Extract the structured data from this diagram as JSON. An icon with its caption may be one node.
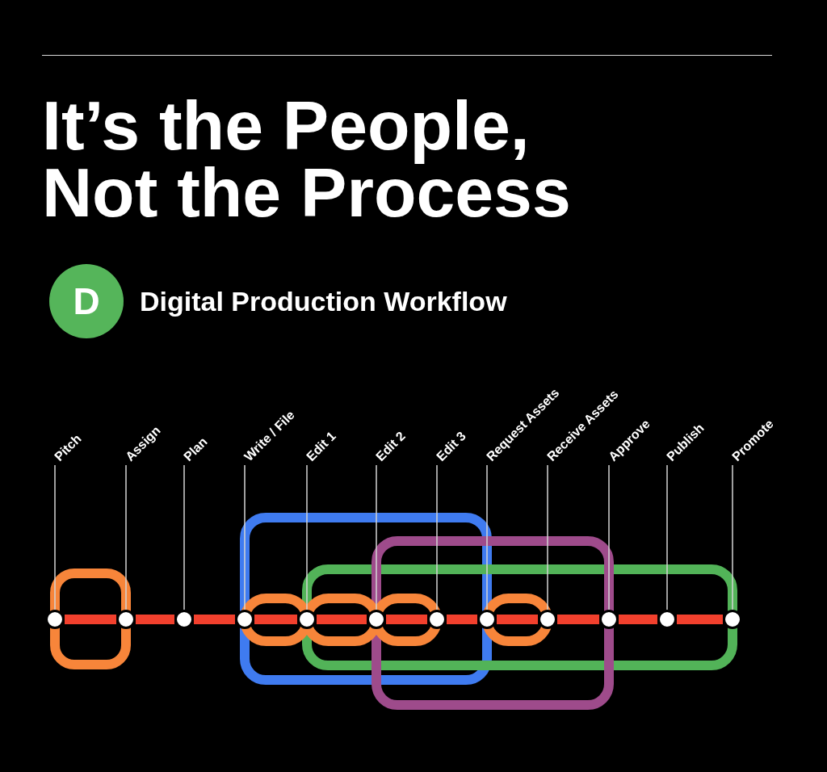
{
  "diagram": {
    "title": "It’s the People, Not the Process",
    "nodes": [
      {
        "text": [
          "D"
        ],
        "beside": [
          "Digital Production Workflow"
        ]
      },
      {
        "text": [
          "Pitch"
        ]
      },
      {
        "text": [
          "Assign"
        ]
      },
      {
        "text": [
          "Plan"
        ]
      },
      {
        "text": [
          "Write / File"
        ]
      },
      {
        "text": [
          "Edit 1"
        ]
      },
      {
        "text": [
          "Edit 2"
        ]
      },
      {
        "text": [
          "Edit 3"
        ]
      },
      {
        "text": [
          "Request Assets"
        ]
      },
      {
        "text": [
          "Receive Assets"
        ]
      },
      {
        "text": [
          "Approve"
        ]
      },
      {
        "text": [
          "Publish"
        ]
      },
      {
        "text": [
          "Promote"
        ]
      },
      {
        "text": [],
        "shape": "circle"
      },
      {
        "text": [],
        "shape": "circle"
      },
      {
        "text": [],
        "shape": "circle"
      },
      {
        "text": [],
        "shape": "circle"
      },
      {
        "text": [],
        "shape": "circle"
      },
      {
        "text": [],
        "shape": "circle"
      },
      {
        "text": [],
        "shape": "circle"
      },
      {
        "text": [],
        "shape": "circle"
      },
      {
        "text": [],
        "shape": "circle"
      },
      {
        "text": [],
        "shape": "circle"
      },
      {
        "text": [],
        "shape": "circle"
      },
      {
        "text": [],
        "shape": "circle"
      }
    ],
    "edges": [
      {
        "from": 1,
        "to": 13,
        "arrow": "none"
      },
      {
        "from": 2,
        "to": 14,
        "arrow": "none"
      },
      {
        "from": 3,
        "to": 15,
        "arrow": "none"
      },
      {
        "from": 4,
        "to": 16,
        "arrow": "none"
      },
      {
        "from": 5,
        "to": 17,
        "arrow": "none"
      },
      {
        "from": 6,
        "to": 18,
        "arrow": "none"
      },
      {
        "from": 7,
        "to": 19,
        "arrow": "none"
      },
      {
        "from": 8,
        "to": 20,
        "arrow": "none"
      },
      {
        "from": 9,
        "to": 21,
        "arrow": "none"
      },
      {
        "from": 10,
        "to": 22,
        "arrow": "none"
      },
      {
        "from": 11,
        "to": 23,
        "arrow": "none"
      },
      {
        "from": 12,
        "to": 24,
        "arrow": "none"
      },
      {
        "from": 13,
        "to": 14,
        "arrow": "none",
        "style": "thick",
        "color": "#f2402d"
      },
      {
        "from": 14,
        "to": 15,
        "arrow": "none",
        "style": "thick",
        "color": "#f2402d"
      },
      {
        "from": 15,
        "to": 16,
        "arrow": "none",
        "style": "thick",
        "color": "#f2402d"
      },
      {
        "from": 16,
        "to": 17,
        "arrow": "none",
        "style": "thick",
        "color": "#f2402d"
      },
      {
        "from": 17,
        "to": 18,
        "arrow": "none",
        "style": "thick",
        "color": "#f2402d"
      },
      {
        "from": 18,
        "to": 19,
        "arrow": "none",
        "style": "thick",
        "color": "#f2402d"
      },
      {
        "from": 19,
        "to": 20,
        "arrow": "none",
        "style": "thick",
        "color": "#f2402d"
      },
      {
        "from": 20,
        "to": 21,
        "arrow": "none",
        "style": "thick",
        "color": "#f2402d"
      },
      {
        "from": 21,
        "to": 22,
        "arrow": "none",
        "style": "thick",
        "color": "#f2402d"
      },
      {
        "from": 22,
        "to": 23,
        "arrow": "none",
        "style": "thick",
        "color": "#f2402d"
      },
      {
        "from": 23,
        "to": 24,
        "arrow": "none",
        "style": "thick",
        "color": "#f2402d"
      }
    ]
  }
}
